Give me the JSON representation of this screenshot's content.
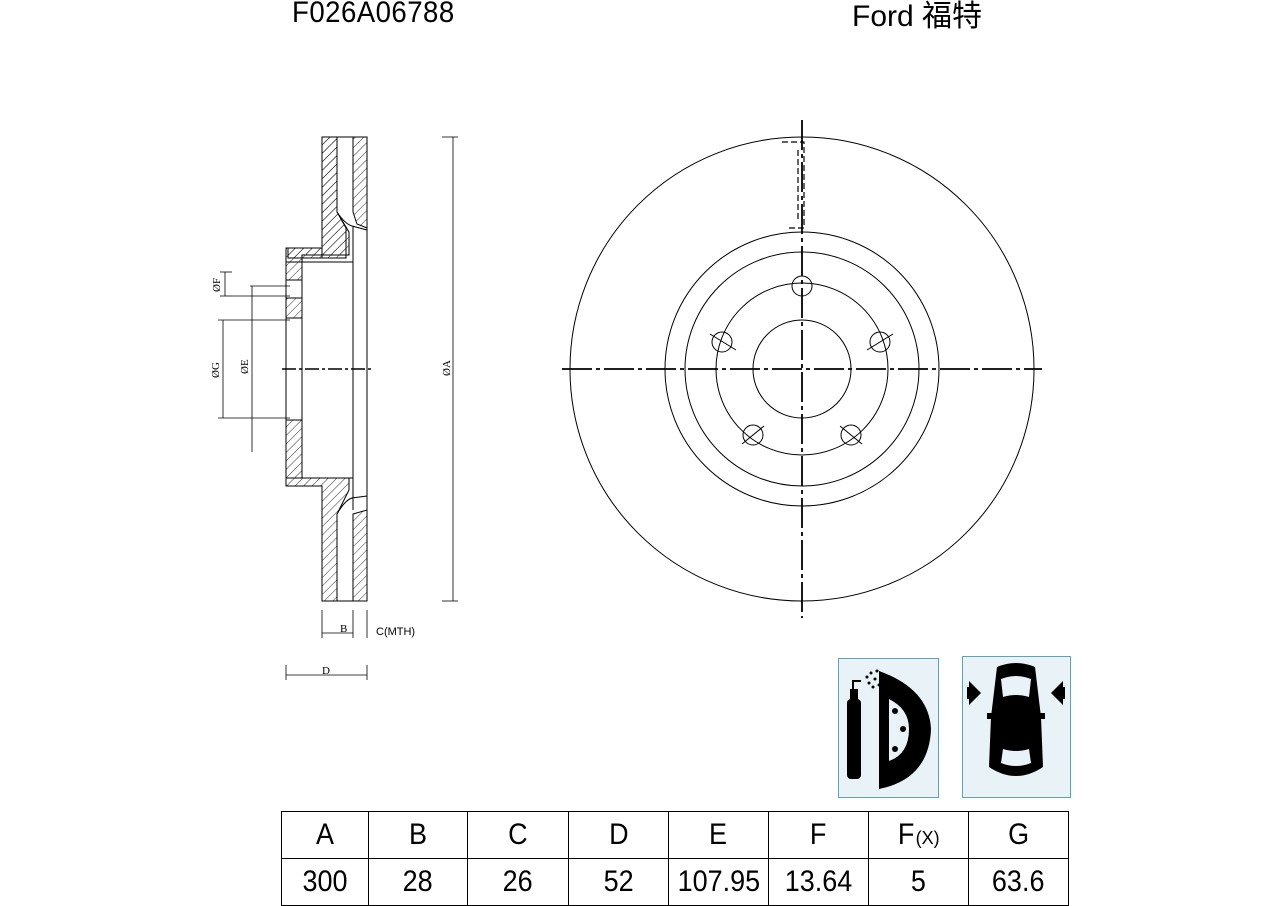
{
  "header": {
    "part_number": "F026A06788",
    "brand": "Ford 福特"
  },
  "drawing": {
    "label_dia_f": "ØF",
    "label_dia_g": "ØG",
    "label_dia_e": "ØE",
    "label_dia_a": "ØA",
    "label_b": "B",
    "label_c": "C(MTH)",
    "label_d": "D"
  },
  "icons": {
    "coating": "spray-coated-disc-icon",
    "axle": "front-axle-car-icon"
  },
  "table": {
    "headers": [
      "A",
      "B",
      "C",
      "D",
      "E",
      "F",
      "F",
      "G"
    ],
    "header_sub": "(X)",
    "values": [
      "300",
      "28",
      "26",
      "52",
      "107.95",
      "13.64",
      "5",
      "63.6"
    ]
  }
}
